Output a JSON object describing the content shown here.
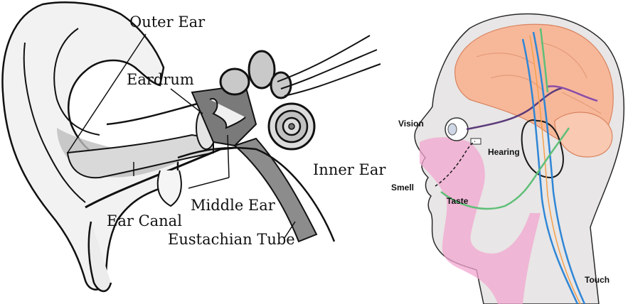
{
  "ear_diagram": {
    "labels": {
      "outer_ear": "Outer Ear",
      "eardrum": "Eardrum",
      "inner_ear": "Inner Ear",
      "middle_ear": "Middle Ear",
      "ear_canal": "Ear Canal",
      "eustachian_tube": "Eustachian Tube"
    }
  },
  "head_diagram": {
    "labels": {
      "vision": "Vision",
      "hearing": "Hearing",
      "smell": "Smell",
      "taste": "Taste",
      "touch": "Touch"
    },
    "colors": {
      "brain": "#f7b89a",
      "head": "#e8e6e6",
      "nasal": "#f3a6cf",
      "vision_path": "#5b3b7a",
      "touch_path": "#2f86d6",
      "taste_path": "#5fbf78",
      "cochlear": "#8a4ea8"
    }
  }
}
